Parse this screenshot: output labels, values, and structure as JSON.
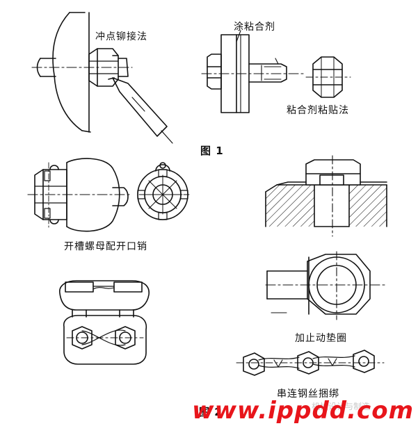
{
  "labels": {
    "punch_riveting": "冲点铆接法",
    "apply_adhesive": "涂粘合剂",
    "adhesive_bonding": "粘合剂粘贴法",
    "fig1": "图 1",
    "slotted_nut_cotter_pin": "开槽螺母配开口销",
    "lock_washer": "加止动垫圈",
    "series_wire_binding": "串连钢丝捆绑",
    "fig2": "图 2"
  },
  "watermark": {
    "text": "www.ippdd.com",
    "color": "#e8151b",
    "faint_text": "机械设计与制造"
  }
}
